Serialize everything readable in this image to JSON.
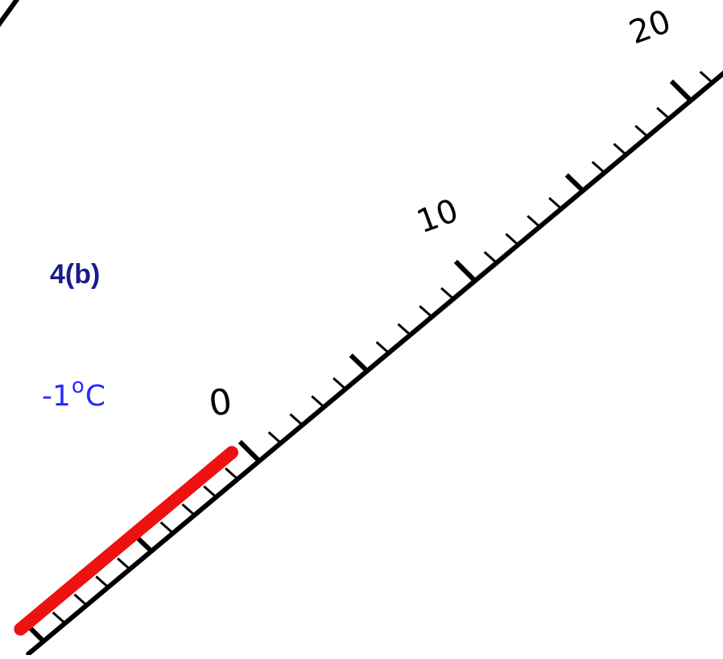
{
  "part_label": "4(b)",
  "temperature": {
    "value": "-1",
    "degree_symbol": "o",
    "unit": "C",
    "numeric_value": -1
  },
  "scale": {
    "major_tick_labels": [
      "0",
      "10",
      "20"
    ],
    "minor_step": 1,
    "medium_step": 5,
    "range_shown": [
      -10,
      21
    ]
  },
  "reading_bar": {
    "from": -10,
    "to": 0
  },
  "colors": {
    "scale_line": "#000000",
    "reading_bar": "#ee1111",
    "part_label": "#1a1a8c",
    "temperature_text": "#2a2aff"
  }
}
